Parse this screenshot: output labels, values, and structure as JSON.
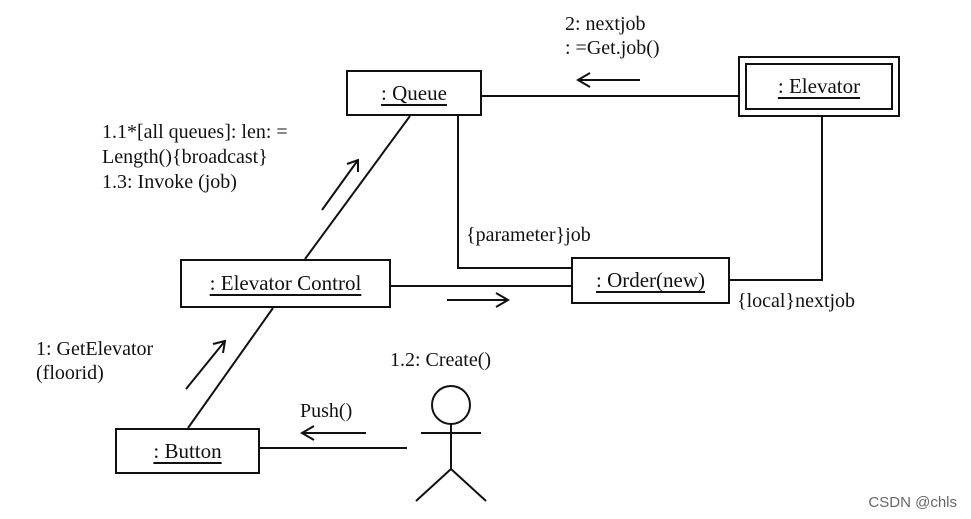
{
  "objects": {
    "queue": ": Queue",
    "elevator": ": Elevator",
    "elevator_control": ": Elevator Control",
    "order": ": Order(new)",
    "button": ": Button"
  },
  "messages": {
    "nextjob_line1": "2: nextjob",
    "nextjob_line2": ": =Get.job()",
    "broadcast_line1": "1.1*[all queues]: len: =",
    "broadcast_line2": "Length(){broadcast}",
    "invoke": "1.3: Invoke (job)",
    "parameter_job": "{parameter}job",
    "local_nextjob": "{local}nextjob",
    "get_elevator_line1": "1: GetElevator",
    "get_elevator_line2": "(floorid)",
    "create": "1.2: Create()",
    "push": "Push()"
  },
  "watermark": "CSDN @chls"
}
